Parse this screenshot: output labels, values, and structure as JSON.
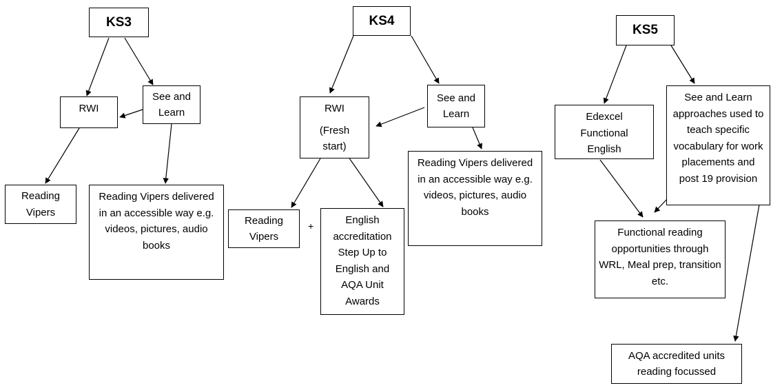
{
  "ks3": {
    "title": "KS3",
    "rwi": "RWI",
    "see_learn": "See and Learn",
    "reading_vipers": "Reading Vipers",
    "reading_vipers_accessible": "Reading Vipers delivered in an accessible way e.g. videos, pictures, audio books"
  },
  "ks4": {
    "title": "KS4",
    "rwi": "RWI",
    "rwi_note": "(Fresh start)",
    "see_learn": "See and Learn",
    "reading_vipers": "Reading Vipers",
    "plus": "+",
    "english_accreditation": "English accreditation Step Up to English and AQA Unit Awards",
    "reading_vipers_accessible": "Reading Vipers delivered in an accessible way e.g. videos, pictures, audio books"
  },
  "ks5": {
    "title": "KS5",
    "edexcel": "Edexcel Functional English",
    "see_learn_vocab": "See and Learn approaches used to teach specific vocabulary for work placements and post 19 provision",
    "functional_reading": "Functional reading opportunities through WRL, Meal prep, transition etc.",
    "aqa_units": "AQA accredited units reading focussed"
  }
}
